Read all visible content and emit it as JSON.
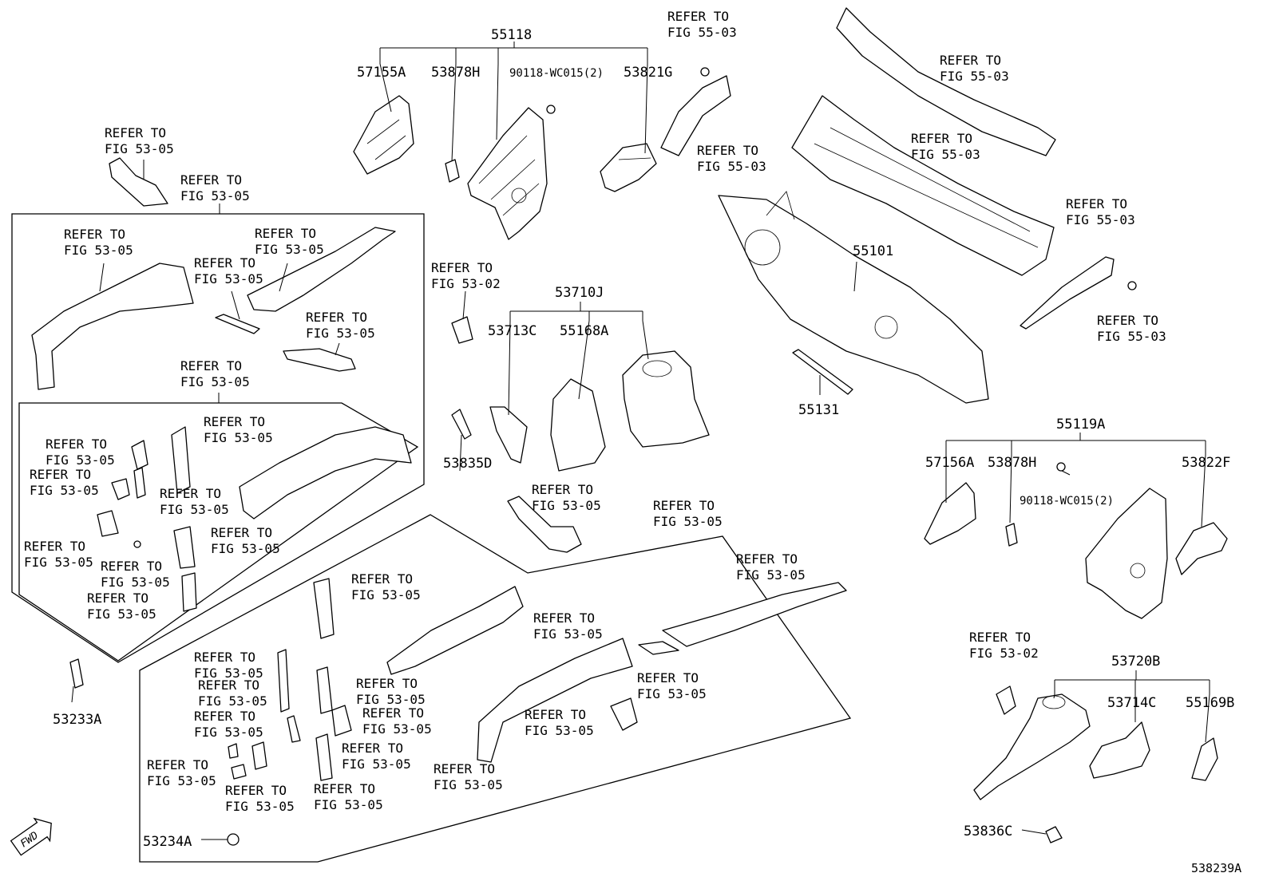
{
  "part_labels": {
    "p55118": "55118",
    "p57155A": "57155A",
    "p53878H": "53878H",
    "p90118a": "90118-WC015(2)",
    "p53821G": "53821G",
    "p55101": "55101",
    "p55131": "55131",
    "p53710J": "53710J",
    "p53713C": "53713C",
    "p55168A": "55168A",
    "p53835D": "53835D",
    "p55119A": "55119A",
    "p57156A": "57156A",
    "p53878H2": "53878H",
    "p90118b": "90118-WC015(2)",
    "p53822F": "53822F",
    "p53720B": "53720B",
    "p53714C": "53714C",
    "p55169B": "55169B",
    "p53836C": "53836C",
    "p53233A": "53233A",
    "p53234A": "53234A"
  },
  "refs": {
    "line1": "REFER TO",
    "fig5505": "FIG 53-05",
    "fig5503": "FIG 55-03",
    "fig5302": "FIG 53-02"
  },
  "fwd_badge": "FWD",
  "diagram_id": "538239A"
}
